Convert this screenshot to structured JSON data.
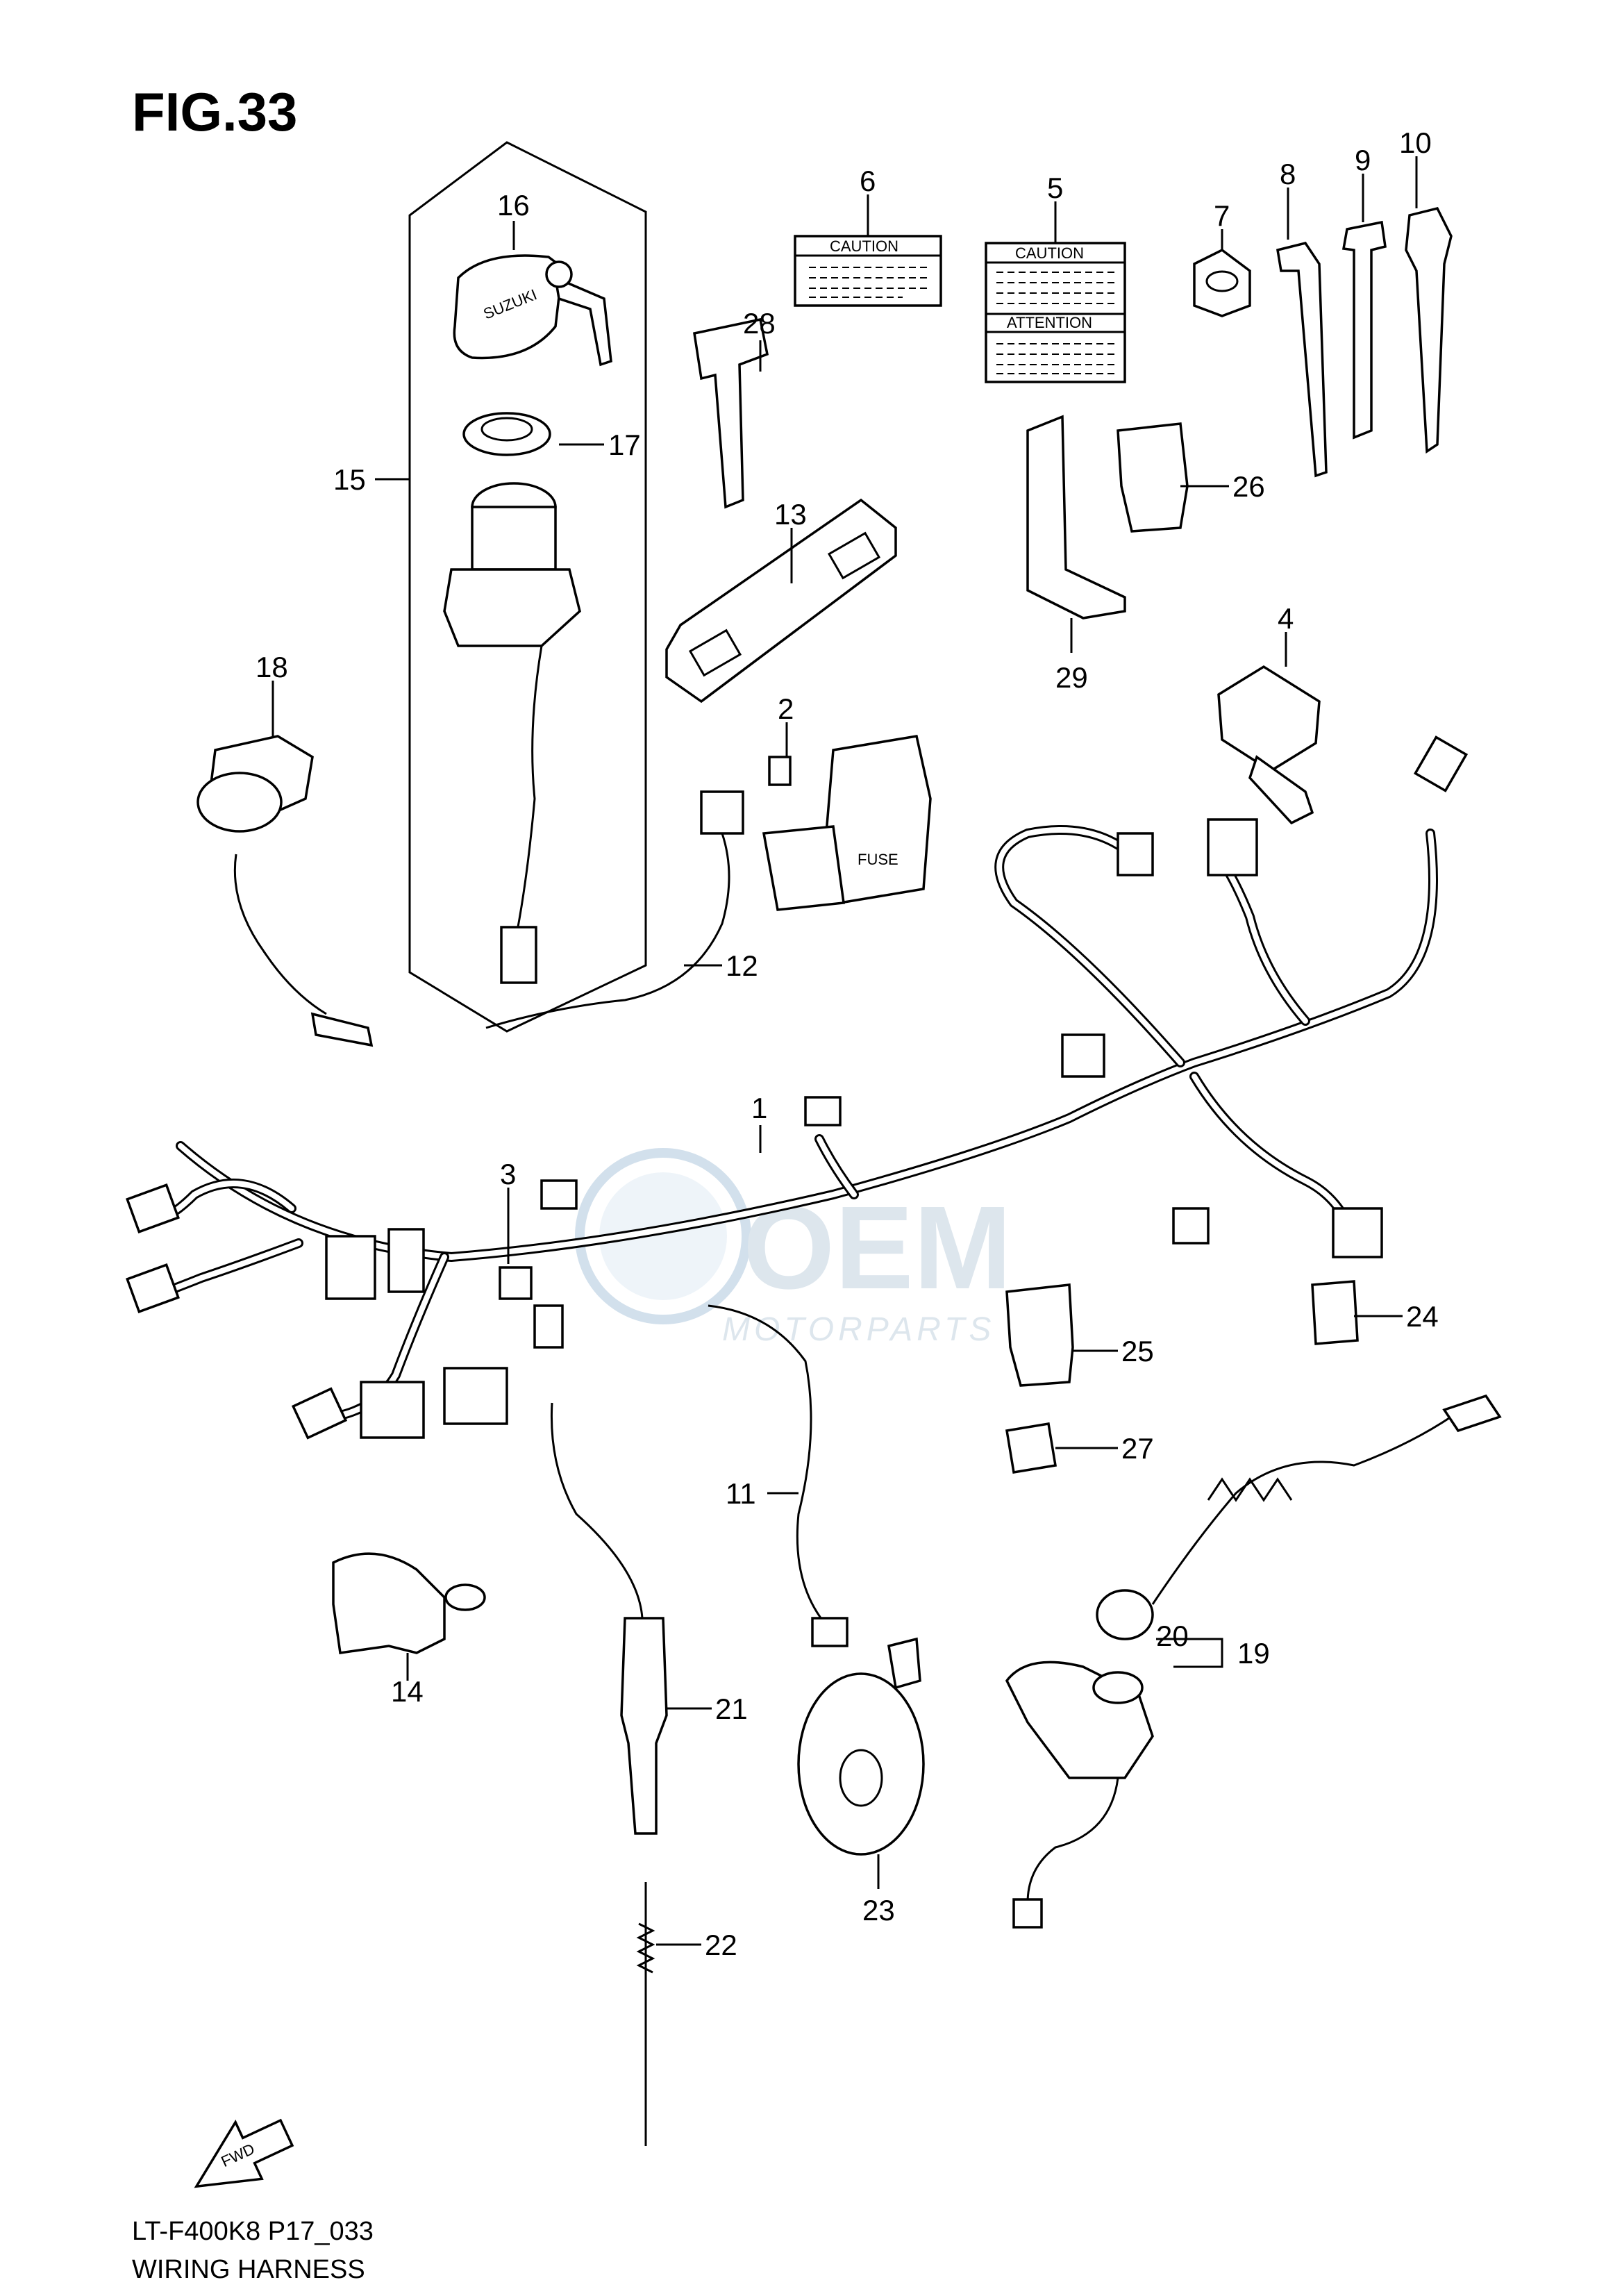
{
  "figure": {
    "title": "FIG.33",
    "model_code": "LT-F400K8 P17_033",
    "caption": "WIRING HARNESS",
    "fwd_label": "FWD"
  },
  "labels": {
    "caution": "CAUTION",
    "attention": "ATTENTION",
    "fuse": "FUSE",
    "key_brand": "SUZUKI"
  },
  "watermark": {
    "brand": "OEM",
    "sub": "MOTORPARTS"
  },
  "callouts": {
    "c1": "1",
    "c2": "2",
    "c3": "3",
    "c4": "4",
    "c5": "5",
    "c6": "6",
    "c7": "7",
    "c8": "8",
    "c9": "9",
    "c10": "10",
    "c11": "11",
    "c12": "12",
    "c13": "13",
    "c14": "14",
    "c15": "15",
    "c16": "16",
    "c17": "17",
    "c18": "18",
    "c19": "19",
    "c20": "20",
    "c21": "21",
    "c22": "22",
    "c23": "23",
    "c24": "24",
    "c25": "25",
    "c26": "26",
    "c27": "27",
    "c28": "28",
    "c29": "29"
  }
}
